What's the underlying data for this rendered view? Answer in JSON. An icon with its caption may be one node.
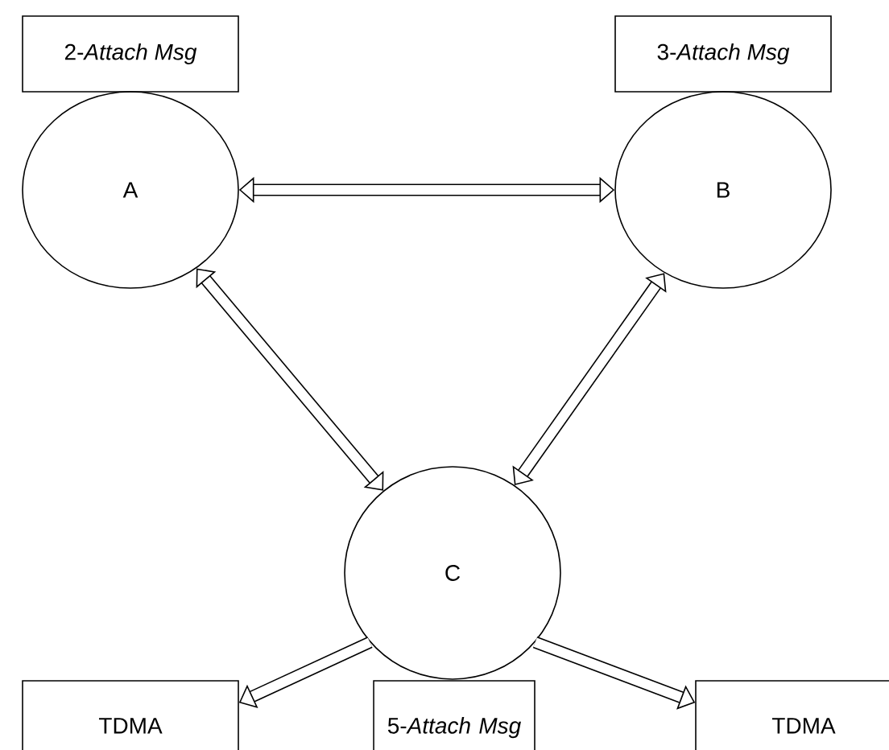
{
  "diagram": {
    "nodes": [
      {
        "text": [
          "2-*Attach Msg*"
        ]
      },
      {
        "text": [
          "A"
        ]
      },
      {
        "text": [
          "3-*Attach Msg*"
        ]
      },
      {
        "text": [
          "B"
        ]
      },
      {
        "text": [
          "C"
        ]
      },
      {
        "text": [
          "TDMA"
        ]
      },
      {
        "text": [
          "5-*Attach Msg*"
        ]
      },
      {
        "text": [
          "TDMA"
        ]
      }
    ],
    "edges": [
      {
        "from": 1,
        "to": 3,
        "arrow": "both"
      },
      {
        "from": 1,
        "to": 4,
        "arrow": "both"
      },
      {
        "from": 3,
        "to": 4,
        "arrow": "both"
      },
      {
        "from": 4,
        "to": 5,
        "arrow": "to"
      },
      {
        "from": 4,
        "to": 7,
        "arrow": "to"
      }
    ]
  }
}
